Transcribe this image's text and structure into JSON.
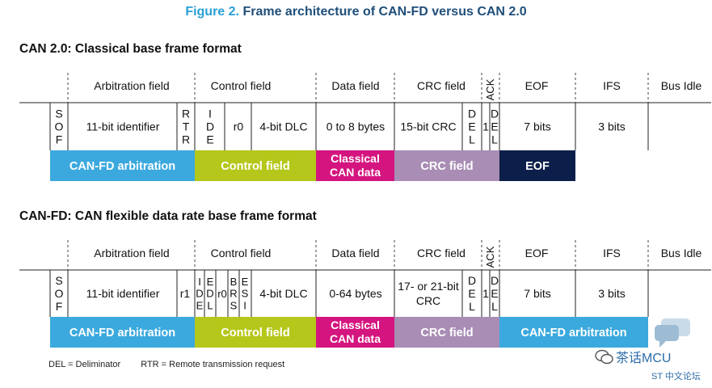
{
  "title": {
    "prefix": "Figure 2.",
    "text": "Frame architecture of CAN-FD versus CAN 2.0"
  },
  "can20": {
    "heading": "CAN 2.0: Classical base frame format",
    "headers": {
      "arb": "Arbitration field",
      "ctrl": "Control field",
      "data": "Data field",
      "crc": "CRC field",
      "ack": "ACK",
      "eof": "EOF",
      "ifs": "IFS",
      "idle": "Bus Idle"
    },
    "fields": {
      "sof": [
        "S",
        "O",
        "F"
      ],
      "id": "11-bit identifier",
      "rtr": [
        "R",
        "T",
        "R"
      ],
      "ide": [
        "I",
        "D",
        "E"
      ],
      "r0": "r0",
      "dlc": "4-bit DLC",
      "data": "0 to 8 bytes",
      "crc": "15-bit CRC",
      "del1": [
        "D",
        "E",
        "L"
      ],
      "one": "1",
      "del2": [
        "D",
        "E",
        "L"
      ],
      "eof": "7 bits",
      "ifs": "3 bits"
    },
    "bars": {
      "arb": "CAN-FD arbitration",
      "ctrl": "Control field",
      "data": [
        "Classical",
        "CAN data"
      ],
      "crc": "CRC field",
      "eof": "EOF"
    }
  },
  "canfd": {
    "heading": "CAN-FD: CAN flexible data rate base frame format",
    "headers": {
      "arb": "Arbitration field",
      "ctrl": "Control field",
      "data": "Data field",
      "crc": "CRC field",
      "ack": "ACK",
      "eof": "EOF",
      "ifs": "IFS",
      "idle": "Bus Idle"
    },
    "fields": {
      "sof": [
        "S",
        "O",
        "F"
      ],
      "id": "11-bit identifier",
      "r1": "r1",
      "ide": [
        "I",
        "D",
        "E"
      ],
      "edl": [
        "E",
        "D",
        "L"
      ],
      "r0": "r0",
      "brs": [
        "B",
        "R",
        "S"
      ],
      "esi": [
        "E",
        "S",
        "I"
      ],
      "dlc": "4-bit DLC",
      "data": "0-64 bytes",
      "crc": [
        "17- or 21-bit",
        "CRC"
      ],
      "del1": [
        "D",
        "E",
        "L"
      ],
      "one": "1",
      "del2": [
        "D",
        "E",
        "L"
      ],
      "eof": "7 bits",
      "ifs": "3 bits"
    },
    "bars": {
      "arb": "CAN-FD arbitration",
      "ctrl": "Control field",
      "data": [
        "Classical",
        "CAN data"
      ],
      "crc": "CRC field",
      "tail": "CAN-FD arbitration"
    }
  },
  "legend": {
    "del": "DEL = Deliminator",
    "rtr": "RTR = Remote transmission request"
  },
  "watermark": {
    "text": "茶话MCU",
    "sub": "ST 中文论坛"
  },
  "colors": {
    "arb": "#3ba9de",
    "ctrl": "#b5c71a",
    "data": "#d4157f",
    "crc": "#a98db5",
    "eof": "#0b1f4a"
  }
}
